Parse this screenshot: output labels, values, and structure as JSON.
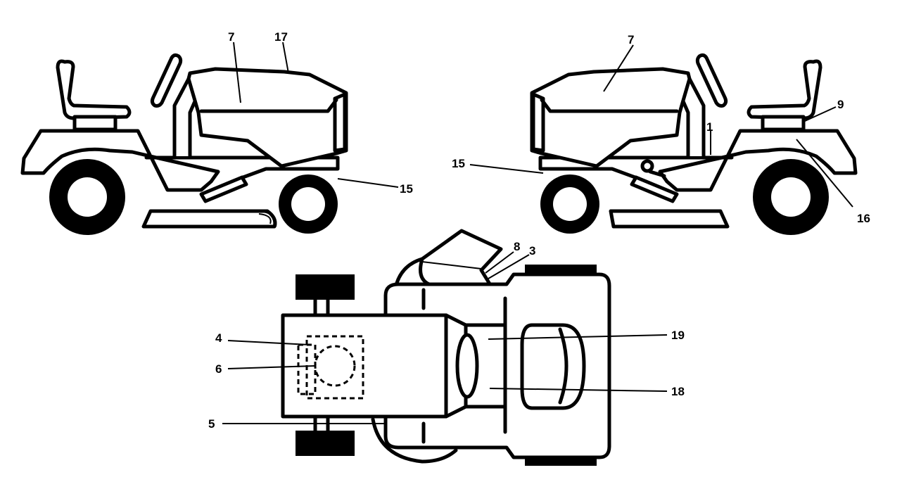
{
  "callouts": {
    "left_7": "7",
    "left_17": "17",
    "left_15": "15",
    "right_7": "7",
    "right_9": "9",
    "right_1": "1",
    "right_15": "15",
    "right_16": "16",
    "top_8": "8",
    "top_3": "3",
    "top_4": "4",
    "top_6": "6",
    "top_5": "5",
    "top_19": "19",
    "top_18": "18"
  },
  "colors": {
    "line": "#000000",
    "background": "#ffffff"
  }
}
